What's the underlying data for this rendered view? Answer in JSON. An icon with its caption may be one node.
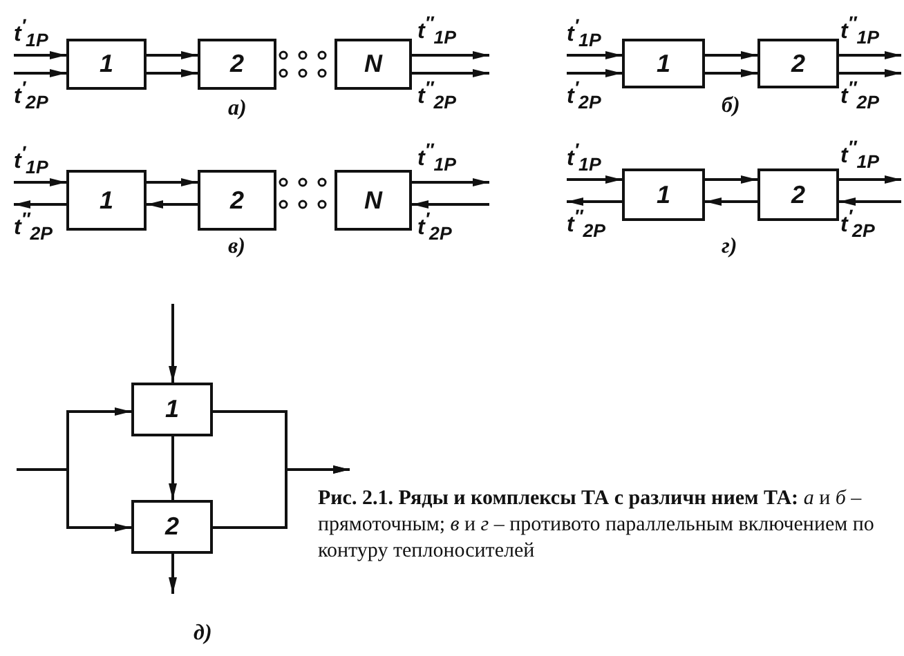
{
  "diagram": {
    "caption": "**Рис. 2.1. Ряды и комплексы ТА с различн нием ТА:** *а* и *б* – прямоточным; *в* и *г* – противото параллельным включением по контуру теплоносителей",
    "nodes": [
      {
        "text": [
          "1"
        ]
      },
      {
        "text": [
          "2"
        ]
      },
      {
        "text": [
          "N"
        ]
      },
      {
        "text": [
          "1"
        ]
      },
      {
        "text": [
          "2"
        ]
      },
      {
        "text": [
          "1"
        ]
      },
      {
        "text": [
          "2"
        ]
      },
      {
        "text": [
          "N"
        ]
      },
      {
        "text": [
          "1"
        ]
      },
      {
        "text": [
          "2"
        ]
      },
      {
        "text": [
          "1"
        ]
      },
      {
        "text": [
          "2"
        ]
      }
    ],
    "edges": [
      {
        "from": null,
        "to": 0,
        "arrow": "to",
        "label": "t$^{′}$$_{1P}$"
      },
      {
        "from": null,
        "to": 0,
        "arrow": "to",
        "label": "t$^{′}$$_{2P}$"
      },
      {
        "from": 0,
        "to": 1,
        "arrow": "to"
      },
      {
        "from": 0,
        "to": 1,
        "arrow": "to"
      },
      {
        "from": 2,
        "to": null,
        "arrow": "to",
        "label": "t$^{″}$$_{1P}$"
      },
      {
        "from": 2,
        "to": null,
        "arrow": "to",
        "label": "t$^{″}$$_{2P}$"
      },
      {
        "from": null,
        "to": 3,
        "arrow": "to",
        "label": "t$^{′}$$_{1P}$"
      },
      {
        "from": null,
        "to": 3,
        "arrow": "to",
        "label": "t$^{′}$$_{2P}$"
      },
      {
        "from": 3,
        "to": 4,
        "arrow": "to"
      },
      {
        "from": 3,
        "to": 4,
        "arrow": "to"
      },
      {
        "from": 4,
        "to": null,
        "arrow": "to",
        "label": "t$^{″}$$_{1P}$"
      },
      {
        "from": 4,
        "to": null,
        "arrow": "to",
        "label": "t$^{″}$$_{2P}$"
      },
      {
        "from": null,
        "to": 5,
        "arrow": "to",
        "label": "t$^{′}$$_{1P}$"
      },
      {
        "from": 5,
        "to": null,
        "arrow": "to",
        "label": "t$^{″}$$_{2P}$"
      },
      {
        "from": 5,
        "to": 6,
        "arrow": "to"
      },
      {
        "from": 6,
        "to": 5,
        "arrow": "to"
      },
      {
        "from": 7,
        "to": null,
        "arrow": "to",
        "label": "t$^{″}$$_{1P}$"
      },
      {
        "from": null,
        "to": 7,
        "arrow": "to",
        "label": "t$^{′}$$_{2P}$"
      },
      {
        "from": null,
        "to": 8,
        "arrow": "to",
        "label": "t$^{′}$$_{1P}$"
      },
      {
        "from": 8,
        "to": null,
        "arrow": "to",
        "label": "t$^{″}$$_{2P}$"
      },
      {
        "from": 8,
        "to": 9,
        "arrow": "to"
      },
      {
        "from": 9,
        "to": 8,
        "arrow": "to"
      },
      {
        "from": 9,
        "to": null,
        "arrow": "to",
        "label": "t$^{″}$$_{1P}$"
      },
      {
        "from": null,
        "to": 9,
        "arrow": "to",
        "label": "t$^{′}$$_{2P}$"
      },
      {
        "from": null,
        "to": 10,
        "arrow": "to"
      },
      {
        "from": null,
        "to": 10,
        "arrow": "to"
      },
      {
        "from": null,
        "to": 11,
        "arrow": "to"
      },
      {
        "from": 10,
        "to": 11,
        "arrow": "to"
      },
      {
        "from": 10,
        "to": null,
        "arrow": "to"
      },
      {
        "from": 11,
        "to": null,
        "arrow": "to"
      },
      {
        "from": 11,
        "to": null,
        "arrow": "to"
      }
    ],
    "labels": [
      "а)",
      "б)",
      "в)",
      "г)",
      "д)"
    ]
  }
}
